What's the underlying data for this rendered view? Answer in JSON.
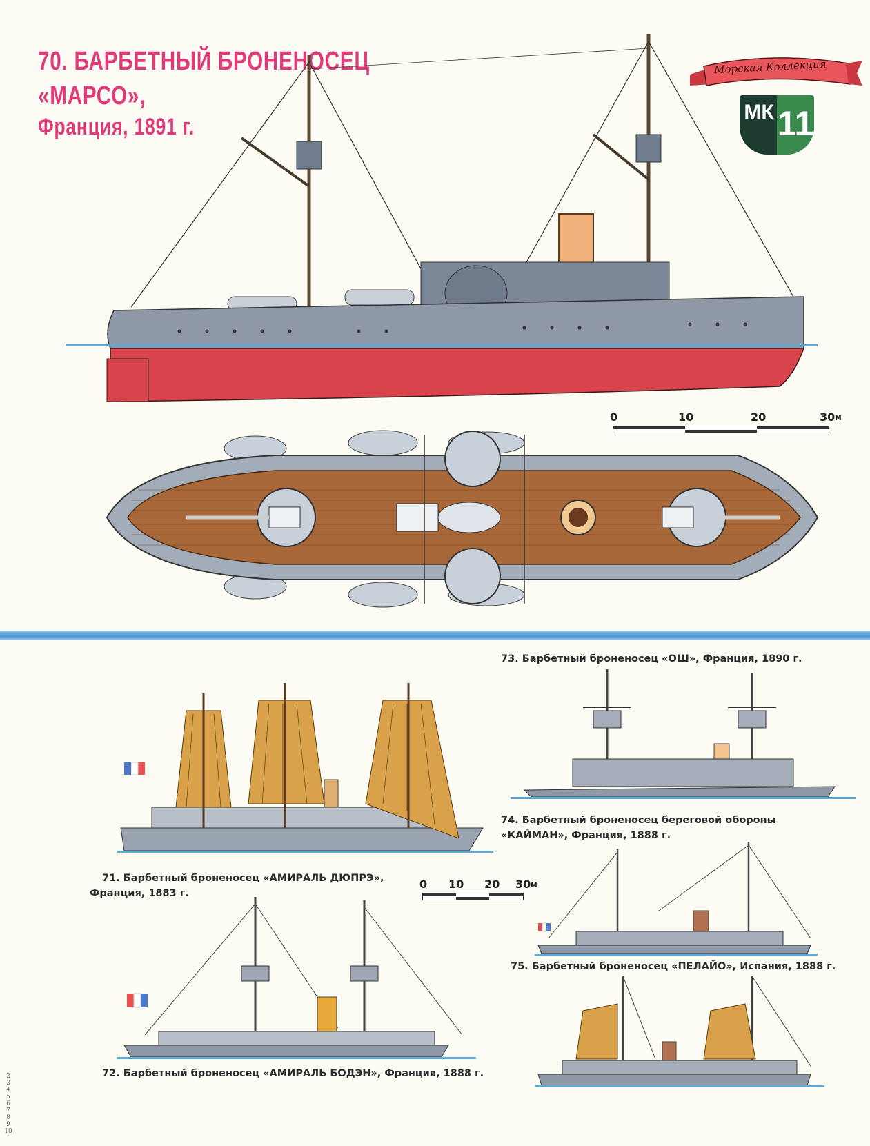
{
  "header": {
    "title_line1": "70. БАРБЕТНЫЙ БРОНЕНОСЕЦ",
    "title_line2": "«МАРСО»,",
    "title_line3": "Франция, 1891 г."
  },
  "logo": {
    "ribbon_text": "Морская Коллекция",
    "letters": "МК",
    "number": "11",
    "colors": {
      "ribbon": "#e8555a",
      "shield_dark": "#1d3b2f",
      "shield_green": "#3a8a4e"
    }
  },
  "main_scale": {
    "labels": [
      "0",
      "10",
      "20",
      "30"
    ],
    "unit": "м"
  },
  "small_scale": {
    "labels": [
      "0",
      "10",
      "20",
      "30"
    ],
    "unit": "м"
  },
  "captions": {
    "c71_line1": "71. Барбетный броненосец «АМИРАЛЬ ДЮПРЭ»,",
    "c71_line2": "Франция, 1883 г.",
    "c72": "72. Барбетный броненосец «АМИРАЛЬ БОДЭН», Франция, 1888 г.",
    "c73": "73. Барбетный броненосец «ОШ», Франция, 1890 г.",
    "c74_line1": "74. Барбетный броненосец береговой обороны",
    "c74_line2": "«КАЙМАН», Франция, 1888 г.",
    "c75": "75. Барбетный броненосец «ПЕЛАЙО», Испания, 1888 г."
  },
  "margin_numbers": [
    "2",
    "3",
    "4",
    "5",
    "6",
    "7",
    "8",
    "9",
    "10"
  ],
  "colors": {
    "title_pink": "#e03a7a",
    "hull_red": "#d9444c",
    "hull_grey": "#8e98a6",
    "deck_wood": "#a8683a",
    "sail_ochre": "#d9a24a",
    "water_blue": "#5aa9d8"
  }
}
